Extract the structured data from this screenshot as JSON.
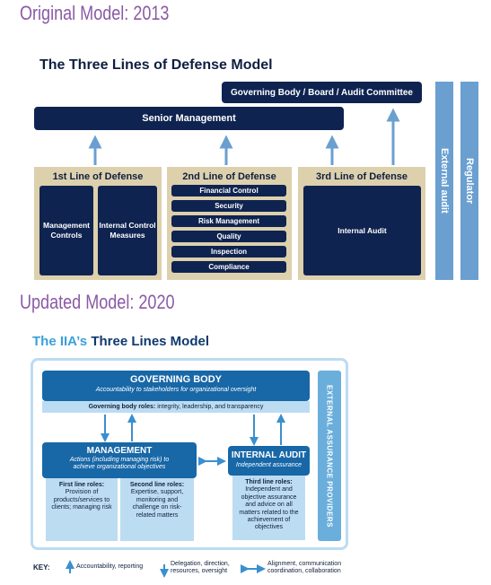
{
  "headings": {
    "original": "Original Model: 2013",
    "updated": "Updated Model: 2020"
  },
  "old_model": {
    "title": "The Three Lines of Defense Model",
    "governing": "Governing Body / Board / Audit Committee",
    "senior": "Senior Management",
    "external_audit": "External audit",
    "regulator": "Regulator",
    "line1": {
      "title": "1st Line of Defense",
      "boxes": [
        "Management Controls",
        "Internal Control Measures"
      ]
    },
    "line2": {
      "title": "2nd Line of Defense",
      "items": [
        "Financial Control",
        "Security",
        "Risk Management",
        "Quality",
        "Inspection",
        "Compliance"
      ]
    },
    "line3": {
      "title": "3rd Line of Defense",
      "box": "Internal Audit"
    }
  },
  "new_model": {
    "title_prefix": "The IIA’s",
    "title_main": "Three Lines Model",
    "governing_body": {
      "title": "GOVERNING BODY",
      "subtitle": "Accountability to stakeholders for organizational oversight",
      "roles_label": "Governing body roles:",
      "roles_text": "integrity, leadership, and transparency"
    },
    "management": {
      "title": "MANAGEMENT",
      "subtitle": "Actions (including managing risk) to achieve organizational objectives",
      "first_label": "First line roles:",
      "first_text": "Provision of products/services to clients; managing risk",
      "second_label": "Second line roles:",
      "second_text": "Expertise, support, monitoring and challenge on risk-related matters"
    },
    "internal_audit": {
      "title": "INTERNAL AUDIT",
      "subtitle": "Independent assurance",
      "third_label": "Third line roles:",
      "third_text": "Independent and objective assurance and advice on all matters related to the achievement of objectives"
    },
    "external": "EXTERNAL ASSURANCE PROVIDERS",
    "key": {
      "label": "KEY:",
      "up": "Accountability, reporting",
      "down": "Delegation, direction, resources, oversight",
      "both": "Alignment, communication coordination, collaboration"
    }
  },
  "colors": {
    "navy": "#0f2350",
    "tan": "#ddd0ad",
    "arrow_blue": "#6a9fd0",
    "iia_blue": "#1867a7",
    "light_blue": "#bcdcf2",
    "heading_purple": "#8a5aa6"
  }
}
